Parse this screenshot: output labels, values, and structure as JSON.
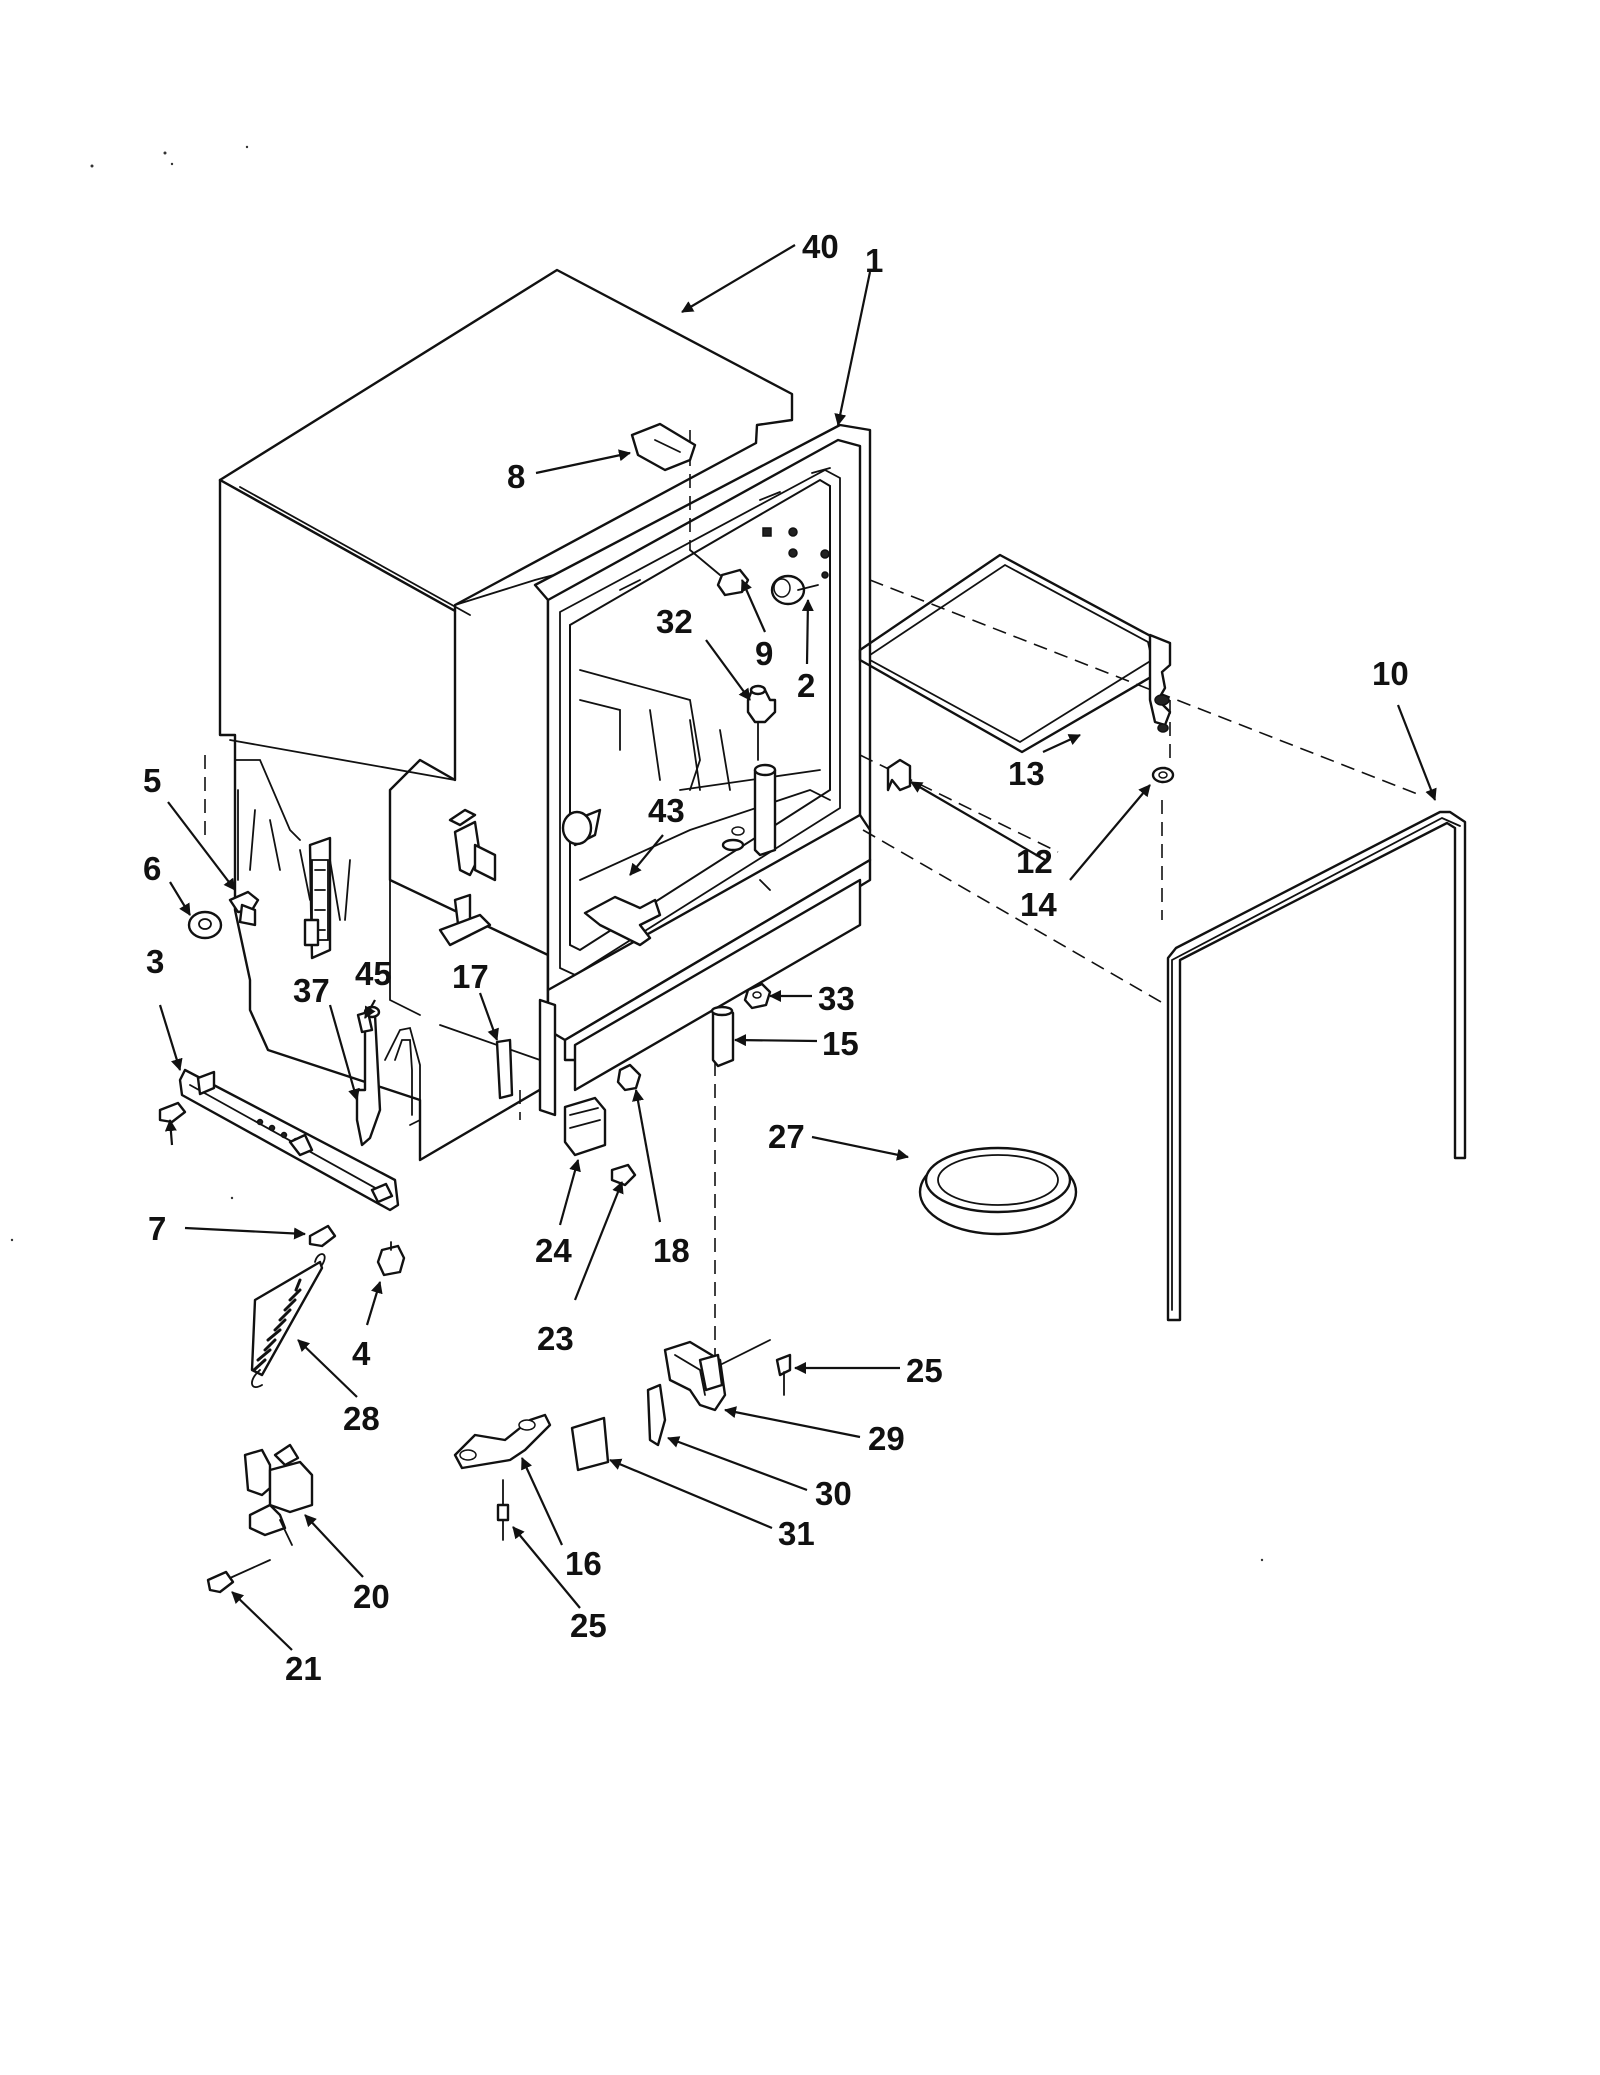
{
  "diagram": {
    "callouts": [
      {
        "id": "c40",
        "text": "40"
      },
      {
        "id": "c1",
        "text": "1"
      },
      {
        "id": "c8",
        "text": "8"
      },
      {
        "id": "c9",
        "text": "9"
      },
      {
        "id": "c2",
        "text": "2"
      },
      {
        "id": "c32",
        "text": "32"
      },
      {
        "id": "c10",
        "text": "10"
      },
      {
        "id": "c13",
        "text": "13"
      },
      {
        "id": "c12",
        "text": "12"
      },
      {
        "id": "c14",
        "text": "14"
      },
      {
        "id": "c43",
        "text": "43"
      },
      {
        "id": "c5",
        "text": "5"
      },
      {
        "id": "c6",
        "text": "6"
      },
      {
        "id": "c3",
        "text": "3"
      },
      {
        "id": "c45",
        "text": "45"
      },
      {
        "id": "c37",
        "text": "37"
      },
      {
        "id": "c17",
        "text": "17"
      },
      {
        "id": "c33",
        "text": "33"
      },
      {
        "id": "c15",
        "text": "15"
      },
      {
        "id": "c27",
        "text": "27"
      },
      {
        "id": "c7",
        "text": "7"
      },
      {
        "id": "c24",
        "text": "24"
      },
      {
        "id": "c18",
        "text": "18"
      },
      {
        "id": "c23",
        "text": "23"
      },
      {
        "id": "c4",
        "text": "4"
      },
      {
        "id": "c28",
        "text": "28"
      },
      {
        "id": "c25a",
        "text": "25"
      },
      {
        "id": "c29",
        "text": "29"
      },
      {
        "id": "c30",
        "text": "30"
      },
      {
        "id": "c31",
        "text": "31"
      },
      {
        "id": "c16",
        "text": "16"
      },
      {
        "id": "c25b",
        "text": "25"
      },
      {
        "id": "c20",
        "text": "20"
      },
      {
        "id": "c21",
        "text": "21"
      }
    ]
  }
}
